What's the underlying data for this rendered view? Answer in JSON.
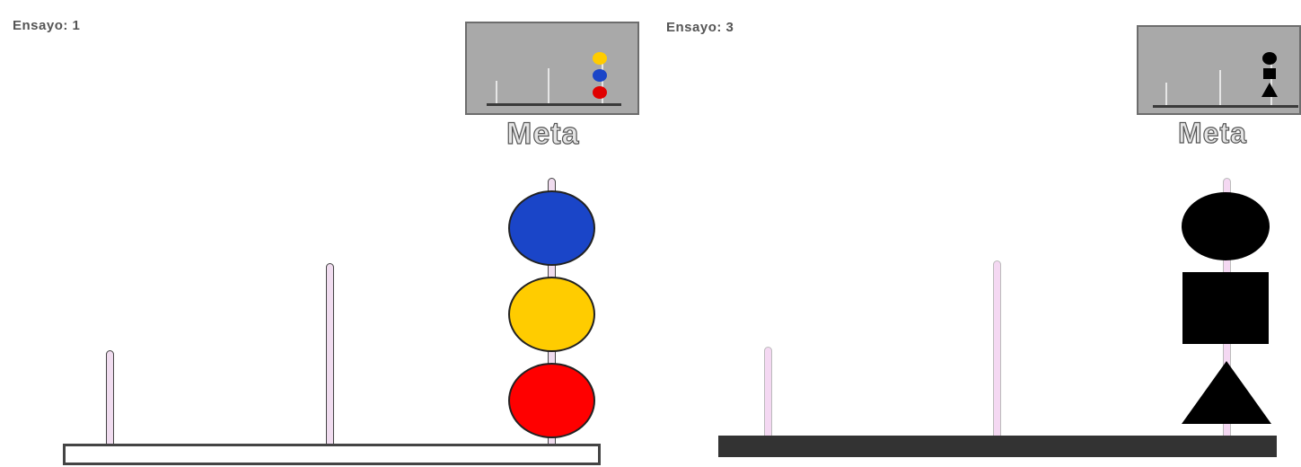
{
  "left_panel": {
    "trial_label": "Ensayo: 1",
    "goal_label": "Meta",
    "colors": {
      "blue": "#1a45c8",
      "yellow": "#ffcc00",
      "red": "#ff0000",
      "base": "#ffffff",
      "peg": "#f0dcef"
    },
    "pieces": [
      "blue-circle",
      "yellow-circle",
      "red-circle"
    ],
    "goal_pieces": [
      "yellow-dot",
      "blue-dot",
      "red-dot"
    ]
  },
  "right_panel": {
    "trial_label": "Ensayo: 3",
    "goal_label": "Meta",
    "colors": {
      "pieces": "#000000",
      "base": "#333333",
      "peg": "#f4d8f2"
    },
    "pieces": [
      "circle",
      "square",
      "triangle"
    ],
    "goal_pieces": [
      "circle",
      "square",
      "triangle"
    ]
  }
}
